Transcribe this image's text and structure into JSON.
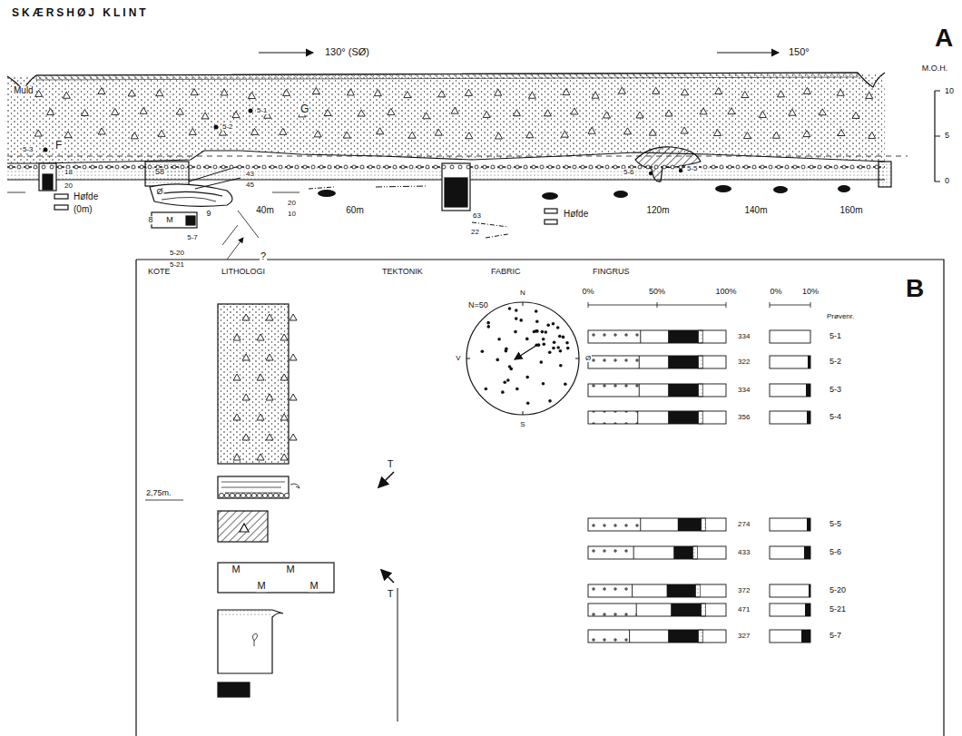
{
  "diagram": {
    "title": "SKÆRSHØJ KLINT",
    "labels": [
      "A",
      "130° (SØ)",
      "150°",
      "M.O.H.",
      "10",
      "5",
      "0",
      "Muld",
      "5-1",
      "5-2",
      "5-3",
      "F",
      "G",
      "5-6",
      "5-5",
      "18",
      "20",
      "58",
      "43",
      "45",
      "Ø",
      "8",
      "9",
      "M",
      "5-7",
      "5-20",
      "5-21",
      "?",
      "20",
      "10",
      "63",
      "22",
      "40m",
      "60m",
      "120m",
      "140m",
      "160m",
      "Høfde",
      "(0m)",
      "Høfde",
      "B",
      "KOTE",
      "LITHOLOGI",
      "TEKTONIK",
      "FABRIC",
      "FINGRUS",
      "2,75m.",
      "M",
      "M",
      "M",
      "M",
      "T",
      "T",
      "N=50",
      "N",
      "V",
      "Ø",
      "S",
      "0%",
      "50%",
      "100%",
      "0%",
      "10%",
      "Prøvenr.",
      "334",
      "322",
      "334",
      "356",
      "274",
      "433",
      "372",
      "471",
      "327",
      "5-1",
      "5-2",
      "5-3",
      "5-4",
      "5-5",
      "5-6",
      "5-20",
      "5-21",
      "5-7"
    ]
  }
}
